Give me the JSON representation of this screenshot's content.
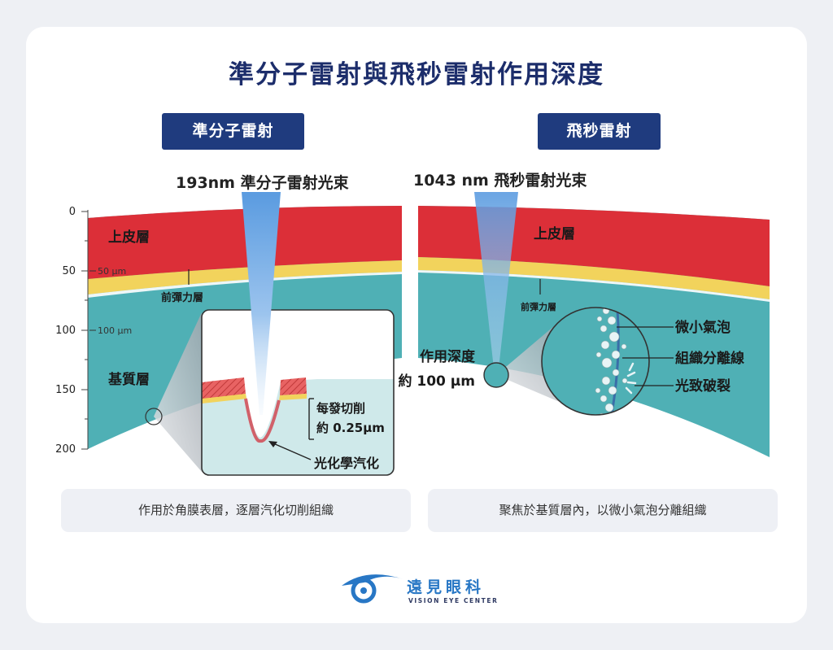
{
  "title": "準分子雷射與飛秒雷射作用深度",
  "excimer": {
    "header": "準分子雷射",
    "beam_label": "193nm 準分子雷射光束",
    "layer_epithelium": "上皮層",
    "layer_bowman": "前彈力層",
    "layer_stroma": "基質層",
    "depth_ticks": [
      "0",
      "50",
      "100",
      "150",
      "200"
    ],
    "depth_marker_50": "50 µm",
    "depth_marker_100": "100 µm",
    "ablation_per_pulse_line1": "每發切削",
    "ablation_per_pulse_line2": "約 0.25µm",
    "photoablation": "光化學汽化",
    "caption": "聚焦於基質層內，以微小氣泡分離組織"
  },
  "femto": {
    "header": "飛秒雷射",
    "beam_label": "1043 nm 飛秒雷射光束",
    "layer_epithelium": "上皮層",
    "layer_bowman": "前彈力層",
    "depth_line1": "作用深度",
    "depth_line2": "約 100 µm",
    "bubbles": "微小氣泡",
    "separation_line": "組織分離線",
    "photodisruption": "光致破裂",
    "caption": "作用於角膜表層，逐層汽化切削組織"
  },
  "logo": {
    "name": "遠見眼科",
    "sub": "VISION EYE CENTER"
  },
  "colors": {
    "navy": "#1f3b7e",
    "epithelium": "#dc2f38",
    "bowman": "#f2d35c",
    "stroma": "#4fb0b5",
    "beam": "#5a9be0"
  }
}
